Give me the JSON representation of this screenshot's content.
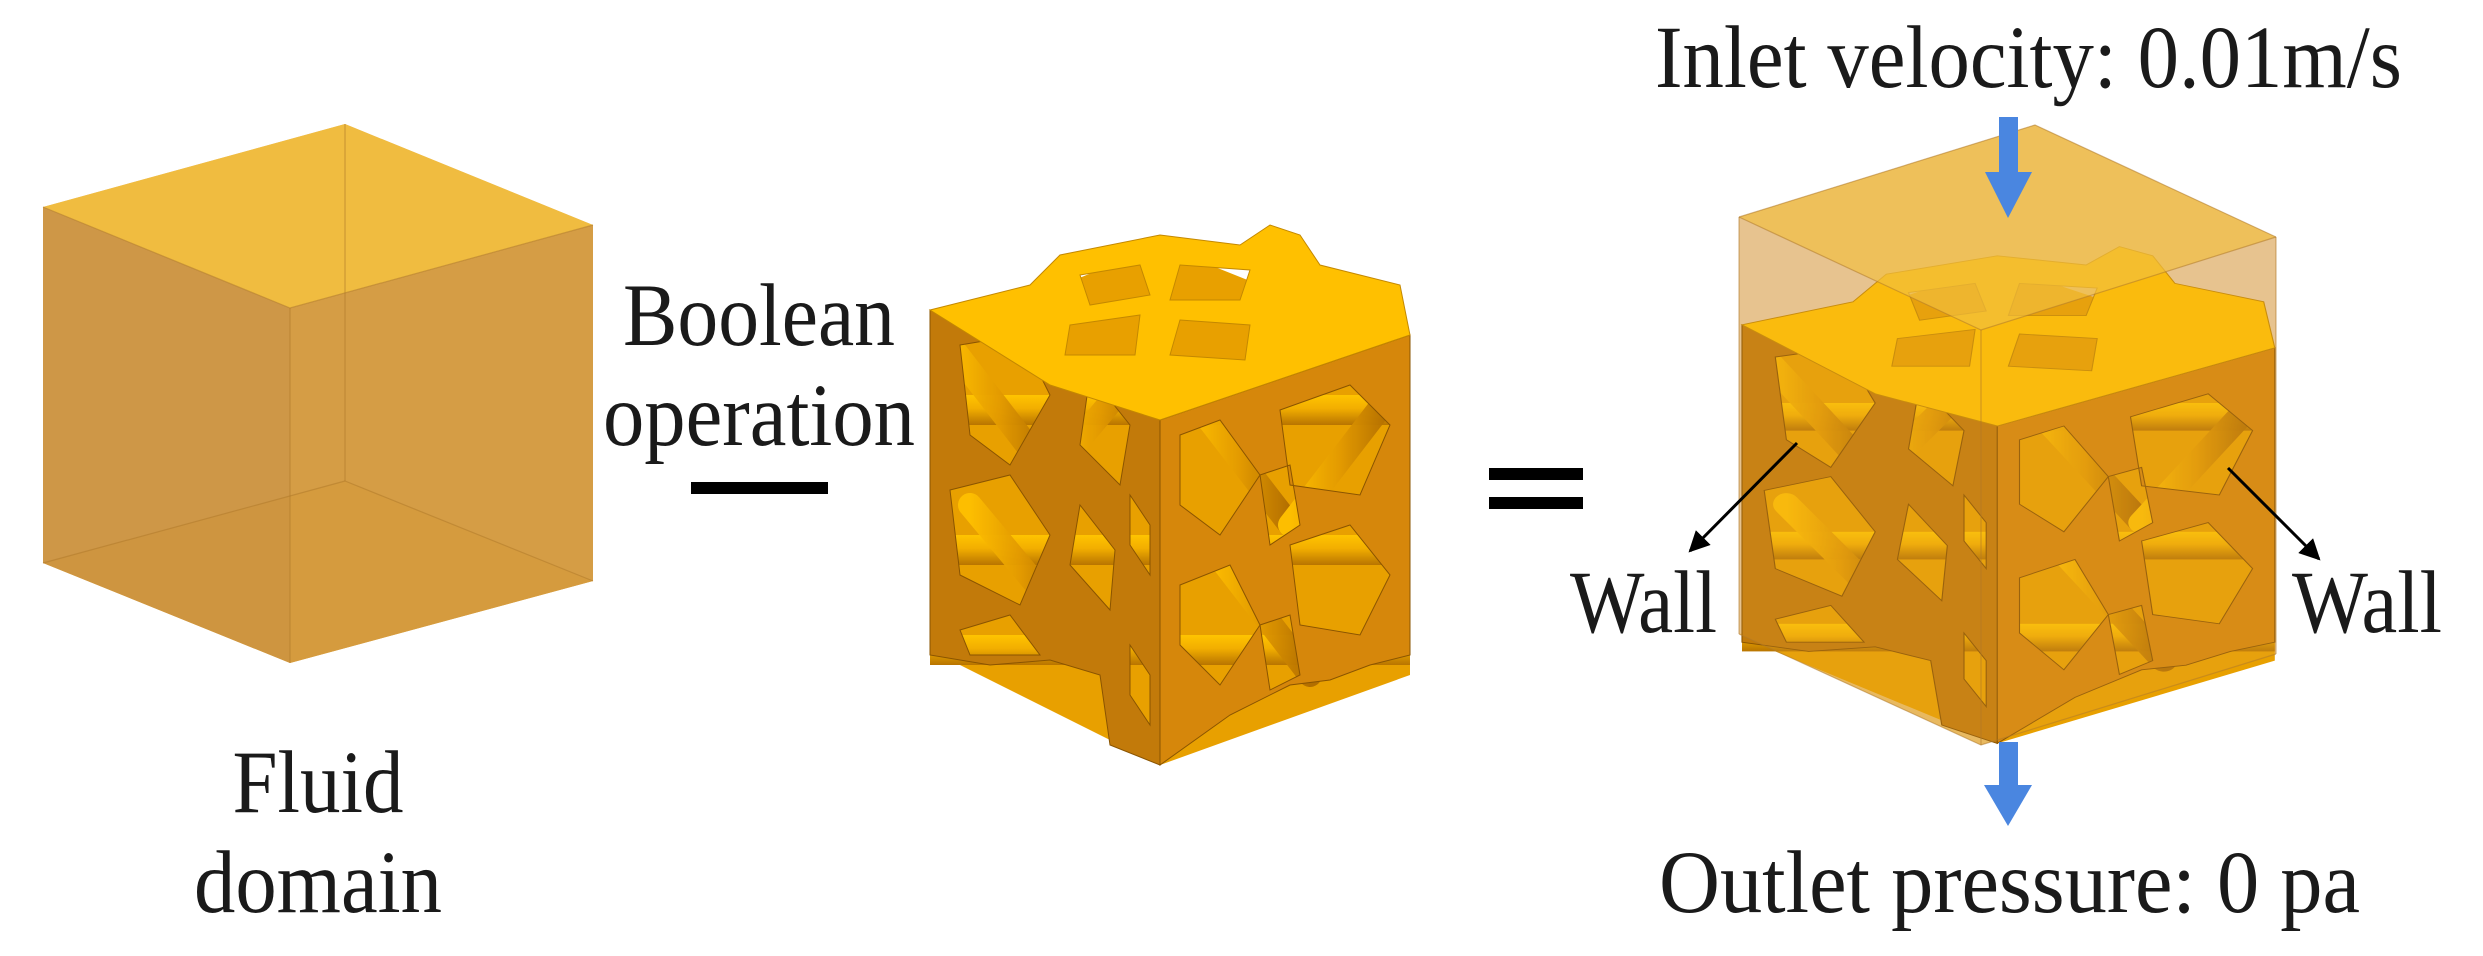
{
  "figure": {
    "panels": [
      {
        "id": "fluid-domain",
        "label_lines": [
          "Fluid",
          "domain"
        ]
      },
      {
        "id": "lattice-structure",
        "operator_label_lines": [
          "Boolean",
          "operation"
        ],
        "operator_symbol": "minus"
      },
      {
        "id": "fluid-flow-region",
        "operator_symbol": "equals",
        "inlet_label": "Inlet velocity: 0.01m/s",
        "outlet_label": "Outlet pressure: 0 pa",
        "wall_labels": [
          "Wall",
          "Wall"
        ]
      }
    ],
    "boundary_conditions": {
      "inlet_velocity": "0.01m/s",
      "outlet_pressure": "0 pa"
    },
    "colors": {
      "fluid_top": "#F0BC40",
      "fluid_left": "#CC9340",
      "fluid_right": "#D4993E",
      "fluid_bottom": "#E4AE40",
      "lattice_left_face": "#C27A0A",
      "lattice_right_face": "#D6870B",
      "lattice_strut_bright": "#FFC000",
      "lattice_strut_mid": "#E8A000",
      "flow_arrow": "#4A86E0",
      "text": "#1a1a1a"
    },
    "icons": {
      "inlet_arrow": "arrow-down-icon",
      "outlet_arrow": "arrow-down-icon",
      "wall_pointer_left": "arrow-down-left-icon",
      "wall_pointer_right": "arrow-down-right-icon"
    }
  }
}
